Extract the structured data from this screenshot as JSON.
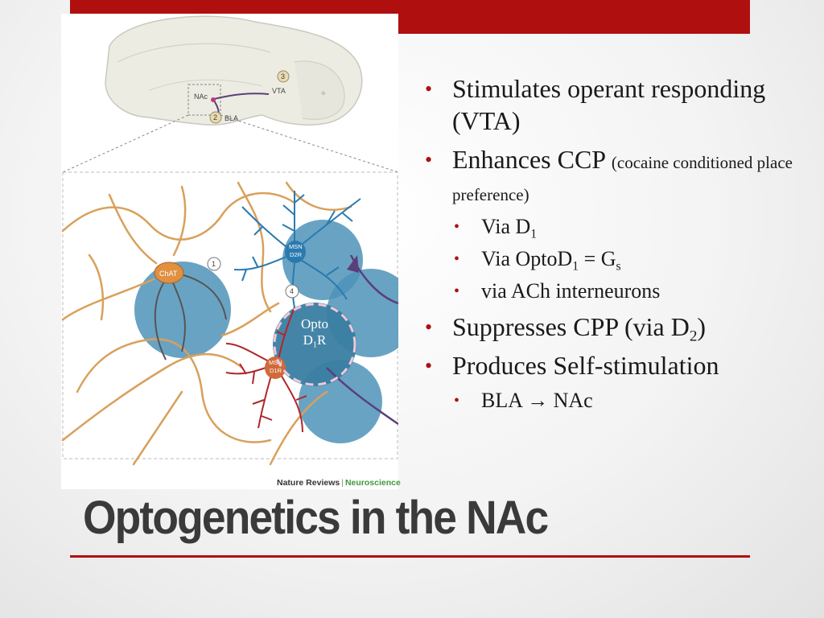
{
  "slide": {
    "title": "Optogenetics in the NAc",
    "bullets": [
      {
        "level": 1,
        "parts": [
          {
            "t": "Stimulates operant responding (VTA)"
          }
        ]
      },
      {
        "level": 1,
        "parts": [
          {
            "t": "Enhances CCP "
          },
          {
            "t": "(cocaine conditioned place preference)",
            "small": true
          }
        ]
      },
      {
        "level": 2,
        "parts": [
          {
            "t": "Via D"
          },
          {
            "t": "1",
            "sub": true
          }
        ]
      },
      {
        "level": 2,
        "parts": [
          {
            "t": "Via OptoD"
          },
          {
            "t": "1",
            "sub": true
          },
          {
            "t": " = G"
          },
          {
            "t": "s",
            "sub": true
          }
        ]
      },
      {
        "level": 2,
        "parts": [
          {
            "t": "via ACh interneurons"
          }
        ]
      },
      {
        "level": 1,
        "parts": [
          {
            "t": "Suppresses CPP (via D"
          },
          {
            "t": "2",
            "sub": true
          },
          {
            "t": ")"
          }
        ]
      },
      {
        "level": 1,
        "parts": [
          {
            "t": "Produces Self-stimulation"
          }
        ]
      },
      {
        "level": 2,
        "parts": [
          {
            "t": "BLA → NAc"
          }
        ]
      }
    ]
  },
  "figure": {
    "brain_labels": {
      "nac": "NAc",
      "vta": "VTA",
      "bla": "BLA",
      "num2": "2",
      "num3": "3"
    },
    "circuit_labels": {
      "chat": "ChAT",
      "msn_d2r_1": "MSN",
      "msn_d2r_2": "D2R",
      "msn_d1r_1": "MSN",
      "msn_d1r_2": "D1R",
      "num1": "1",
      "num4": "4"
    },
    "overlay": {
      "line1": "Opto",
      "line2_main": "D",
      "line2_sub": "1",
      "line2_end": "R"
    },
    "credit": {
      "journal": "Nature Reviews",
      "separator": "|",
      "section": "Neuroscience"
    }
  },
  "colors": {
    "accent": "#b00f10",
    "axon": "#d9a05b",
    "d2r_dendrite": "#2a7ab0",
    "d1r_dendrite": "#b0262a",
    "light_blob": "#4f93b8"
  }
}
